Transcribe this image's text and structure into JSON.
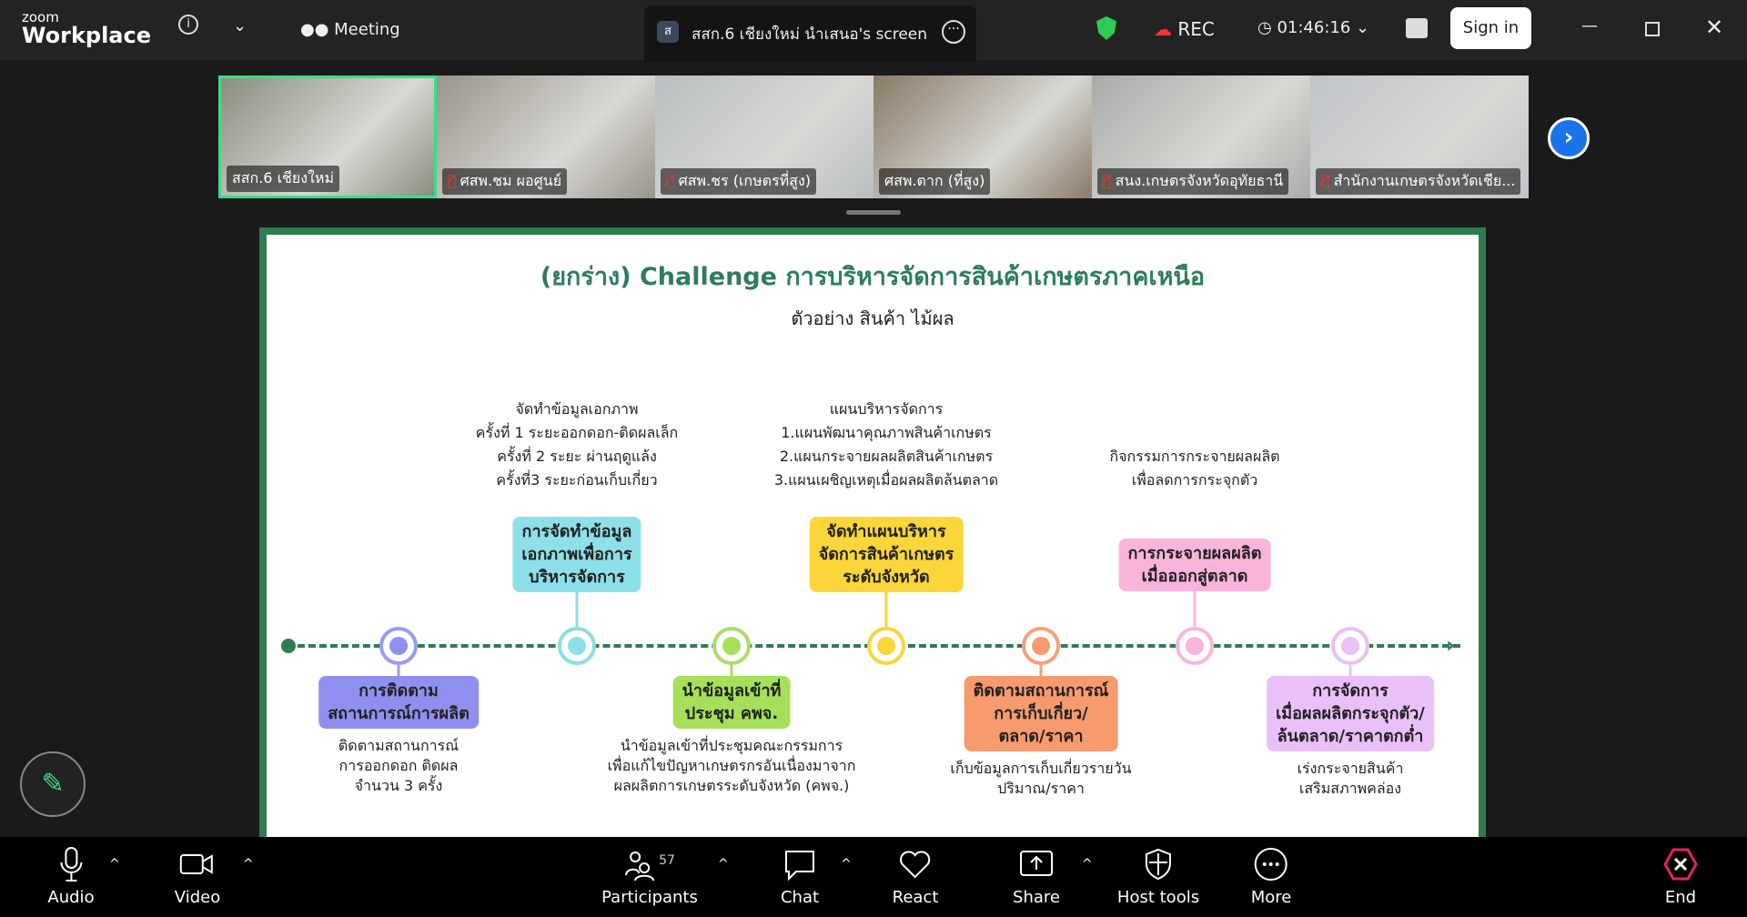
{
  "app": {
    "logo_small": "zoom",
    "logo_big": "Workplace",
    "meeting_label": "Meeting",
    "share_tab": "สสก.6 เชียงใหม่ นำเสนอ's screen",
    "share_badge": "ส",
    "rec": "REC",
    "timer": "01:46:16",
    "sign_in": "Sign in"
  },
  "participants": [
    {
      "name": "สสก.6 เชียงใหม่",
      "muted": false,
      "active": true,
      "bg": "#8a8f80"
    },
    {
      "name": "ศสพ.ชม ผอศูนย์",
      "muted": true,
      "active": false,
      "bg": "#9a948c"
    },
    {
      "name": "ศสพ.ชร (เกษตรที่สูง)",
      "muted": true,
      "active": false,
      "bg": "#b8bfc0"
    },
    {
      "name": "ศสพ.ตาก (ที่สูง)",
      "muted": false,
      "active": false,
      "bg": "#8a7a66"
    },
    {
      "name": "สนง.เกษตรจังหวัดอุทัยธานี",
      "muted": true,
      "active": false,
      "bg": "#a8aca8"
    },
    {
      "name": "สำนักงานเกษตรจังหวัดเชีย...",
      "muted": true,
      "active": false,
      "bg": "#c0c4c8"
    }
  ],
  "slide": {
    "title": "(ยกร่าง) Challenge การบริหารจัดการสินค้าเกษตรภาคเหนือ",
    "subtitle": "ตัวอย่าง สินค้า ไม้ผล",
    "stages": [
      {
        "pos": "below",
        "color": "#9b9bf0",
        "fill": "#8f8ff0",
        "box": [
          "การติดตาม",
          "สถานการณ์การผลิต"
        ],
        "desc": [
          "ติดตามสถานการณ์",
          "การออกดอก ติดผล",
          "จำนวน 3 ครั้ง"
        ]
      },
      {
        "pos": "above",
        "color": "#8fdbe3",
        "fill": "#8ee0e8",
        "box": [
          "การจัดทำข้อมูล",
          "เอกภาพเพื่อการ",
          "บริหารจัดการ"
        ],
        "desc": [
          "จัดทำข้อมูลเอกภาพ",
          "ครั้งที่ 1 ระยะออกดอก-ติดผลเล็ก",
          "ครั้งที่ 2 ระยะ ผ่านฤดูแล้ง",
          "ครั้งที่3 ระยะก่อนเก็บเกี่ยว"
        ]
      },
      {
        "pos": "below",
        "color": "#a9dc6a",
        "fill": "#a6e05a",
        "box": [
          "นำข้อมูลเข้าที่",
          "ประชุม คพจ."
        ],
        "desc": [
          "นำข้อมูลเข้าที่ประชุมคณะกรรมการ",
          "เพื่อแก้ไขปัญหาเกษตรกรอันเนื่องมาจาก",
          "ผลผลิตการเกษตรระดับจังหวัด (คพจ.)"
        ]
      },
      {
        "pos": "above",
        "color": "#f5d640",
        "fill": "#fbd63a",
        "box": [
          "จัดทำแผนบริหาร",
          "จัดการสินค้าเกษตร",
          "ระดับจังหวัด"
        ],
        "desc": [
          "แผนบริหารจัดการ",
          "1.แผนพัฒนาคุณภาพสินค้าเกษตร",
          "2.แผนกระจายผลผลิตสินค้าเกษตร",
          "3.แผนเผชิญเหตุเมื่อผลผลิตล้นตลาด"
        ]
      },
      {
        "pos": "below",
        "color": "#f4a07a",
        "fill": "#f79a6e",
        "box": [
          "ติดตามสถานการณ์",
          "การเก็บเกี่ยว/",
          "ตลาด/ราคา"
        ],
        "desc": [
          "เก็บข้อมูลการเก็บเกี่ยวรายวัน",
          "ปริมาณ/ราคา"
        ]
      },
      {
        "pos": "above",
        "color": "#f6b8dc",
        "fill": "#f9b4dc",
        "box": [
          "การกระจายผลผลิต",
          "เมื่อออกสู่ตลาด"
        ],
        "desc": [
          "กิจกรรมการกระจายผลผลิต",
          "เพื่อลดการกระจุกตัว"
        ]
      },
      {
        "pos": "below",
        "color": "#e6c2f3",
        "fill": "#eac0f8",
        "box": [
          "การจัดการ",
          "เมื่อผลผลิตกระจุกตัว/",
          "ล้นตลาด/ราคาตกต่ำ"
        ],
        "desc": [
          "เร่งกระจายสินค้า",
          "เสริมสภาพคล่อง"
        ]
      }
    ]
  },
  "toolbar": {
    "audio": "Audio",
    "video": "Video",
    "participants": "Participants",
    "participant_count": "57",
    "chat": "Chat",
    "react": "React",
    "share": "Share",
    "host_tools": "Host tools",
    "more": "More",
    "end": "End"
  },
  "colors": {
    "accent_green": "#2e7d4f",
    "active_border": "#3ddc84",
    "next_blue": "#1a73e8",
    "end_red": "#e0245e"
  }
}
